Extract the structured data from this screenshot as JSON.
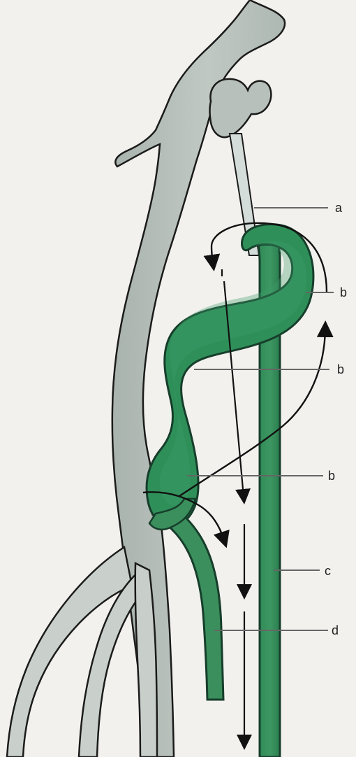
{
  "labels": {
    "a": "a",
    "b1": "b",
    "b2": "b",
    "b3": "b",
    "c": "c",
    "d": "d"
  },
  "colors": {
    "background": "#f3f1ee",
    "gray_vessel": "#b9c2bd",
    "gray_vessel_dark": "#9ea8a3",
    "green_vessel": "#2e8b57",
    "green_vessel_light": "#4a9f6e",
    "outline": "#1f1f1f",
    "arrow": "#111111"
  }
}
